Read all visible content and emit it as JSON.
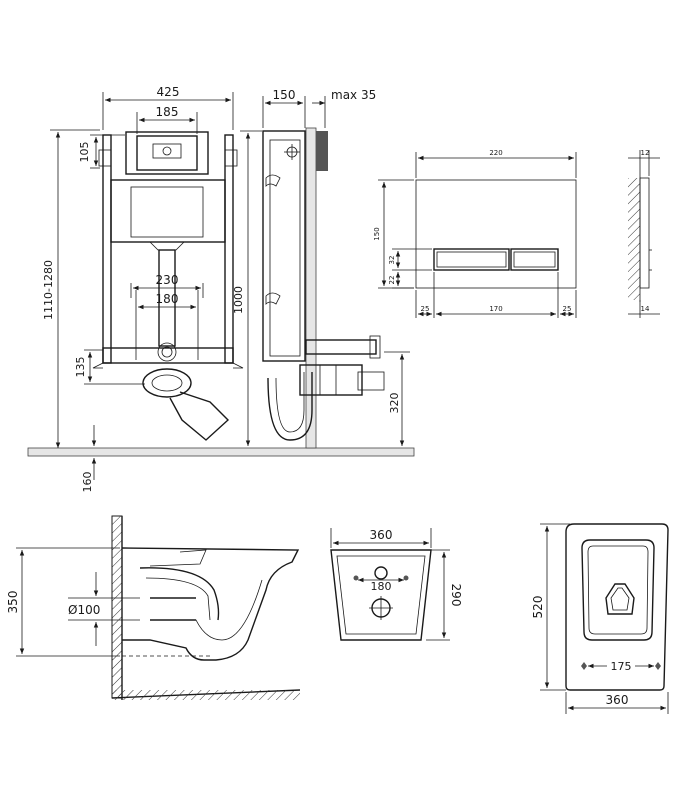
{
  "frame_front": {
    "width": "425",
    "plate_width": "185",
    "top_offset": "105",
    "height_range": "1110-1280",
    "pipe_span": "230",
    "stud_span": "180",
    "outlet_height": "135",
    "floor_offset": "160"
  },
  "frame_side": {
    "depth": "150",
    "max_gap": "max 35",
    "height": "1000",
    "inlet_height": "320"
  },
  "flush_plate": {
    "width": "220",
    "height": "150",
    "button_height": "32",
    "button_offset": "22",
    "margin_left": "25",
    "button_width": "170",
    "margin_right": "25",
    "thickness": "12",
    "wall_depth": "14"
  },
  "bowl_side": {
    "height": "350",
    "outlet_diameter": "Ø100"
  },
  "bowl_back": {
    "width": "360",
    "bolt_span": "180",
    "height": "290"
  },
  "bowl_top": {
    "length": "520",
    "width": "360",
    "seat_span": "175"
  }
}
